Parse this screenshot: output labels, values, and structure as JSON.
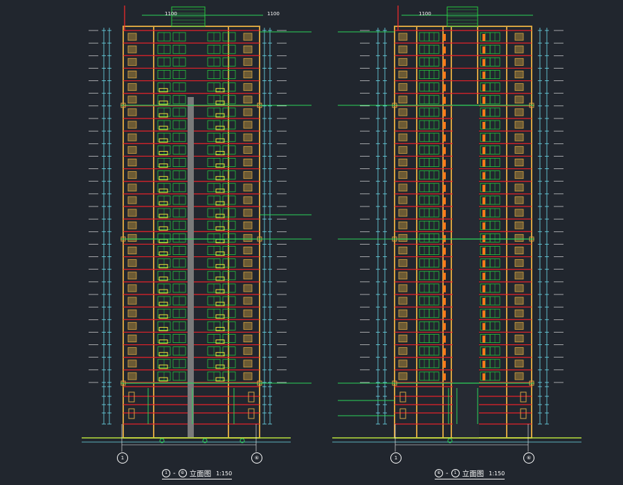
{
  "drawing": {
    "background": "#21262e",
    "colors": {
      "wall": "#d9a441",
      "floor_line": "#e8222a",
      "window": "#27c93f",
      "dimension": "#6fe0f0",
      "leader": "#2cd75a",
      "balcony": "#f2e53a",
      "accent_orange": "#ff7a1a",
      "ground": "#b9e03c",
      "marker": "#ff2a2a",
      "text": "#ffffff"
    }
  },
  "left_elevation": {
    "caption": {
      "from_axis": "1",
      "to_axis": "⑥",
      "title": "立面图",
      "scale": "1:150"
    },
    "top_dimension": "1100",
    "bottom_axes": [
      "1",
      "⑥"
    ]
  },
  "right_elevation": {
    "caption": {
      "from_axis": "⑥",
      "to_axis": "1",
      "title": "立面图",
      "scale": "1:150"
    },
    "top_dimension": "1100",
    "bottom_axes": [
      "1",
      "⑥"
    ]
  },
  "icons": {
    "axis_marker": "circle-icon"
  }
}
